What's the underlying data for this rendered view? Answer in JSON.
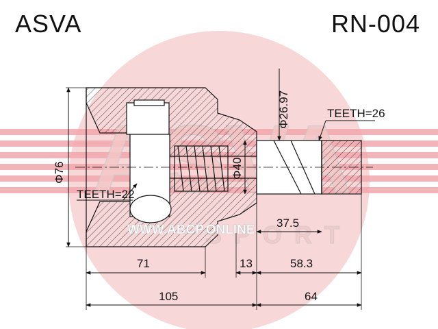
{
  "header": {
    "brand": "ASVA",
    "part_number": "RN-004"
  },
  "watermark": {
    "logo_text": "ASVA",
    "sub_text": "SPORT",
    "website": "WWW.ABCP.ONLINE",
    "circle_color": "#f6c9cc",
    "stripe_color": "#f2a7ad"
  },
  "dimensions": {
    "outer_diameter": "76",
    "shaft_diameter": "40",
    "spline_diameter": "26.97",
    "spline_length": "37.5",
    "teeth_outer": "TEETH=26",
    "teeth_inner": "TEETH=22",
    "housing_length": "71",
    "neck_length": "13",
    "shaft_length": "58.3",
    "total_housing": "105",
    "total_shaft": "64"
  }
}
